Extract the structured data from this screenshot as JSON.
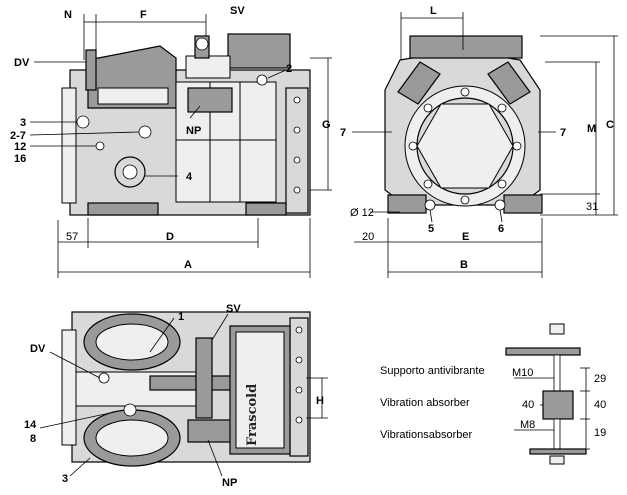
{
  "side_view": {
    "dims": {
      "N": "N",
      "F": "F",
      "SV": "SV",
      "DV": "DV",
      "G": "G",
      "D": "D",
      "A": "A",
      "d57": "57"
    },
    "callouts": {
      "c2": "2",
      "c3": "3",
      "c2_7": "2-7",
      "c12": "12",
      "c16": "16",
      "c4": "4",
      "NP": "NP"
    }
  },
  "end_view": {
    "dims": {
      "L": "L",
      "C": "C",
      "M": "M",
      "d31": "31",
      "d12": "Ø 12",
      "d20": "20",
      "E": "E",
      "B": "B"
    },
    "callouts": {
      "c7_left": "7",
      "c7_right": "7",
      "c5": "5",
      "c6": "6"
    }
  },
  "top_view": {
    "dims": {
      "H": "H"
    },
    "callouts": {
      "c1": "1",
      "SV": "SV",
      "DV": "DV",
      "c14": "14",
      "c8": "8",
      "c3": "3",
      "NP": "NP"
    },
    "brand": "Frascold"
  },
  "absorber": {
    "captions": [
      "Supporto antivibrante",
      "Vibration absorber",
      "Vibrationsabsorber"
    ],
    "dims": {
      "M10": "M10",
      "M8": "M8",
      "d40_left": "40",
      "d40_right": "40",
      "d29": "29",
      "d19": "19"
    }
  }
}
